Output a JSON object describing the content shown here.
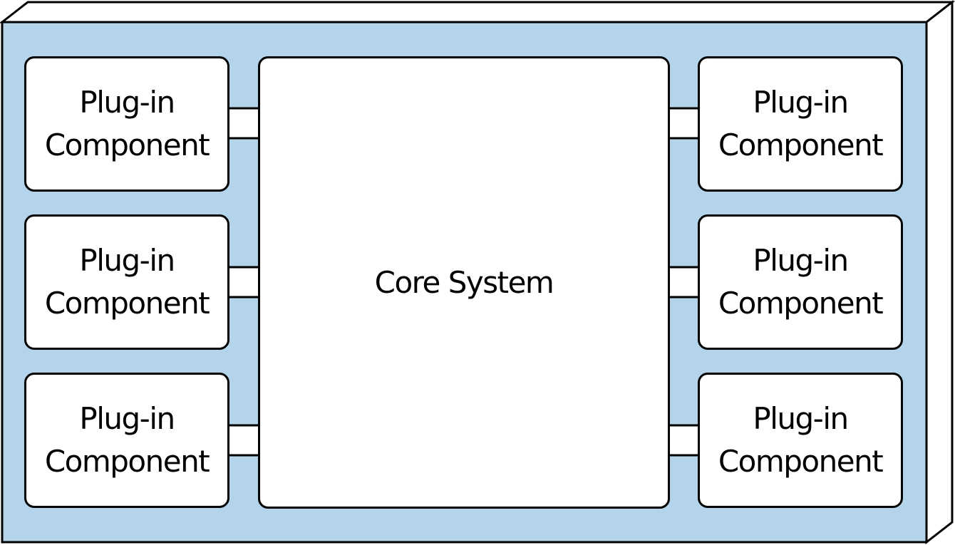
{
  "colors": {
    "container_fill": "#b3d4ea",
    "box_fill": "#ffffff",
    "stroke": "#000000"
  },
  "core": {
    "label": "Core System"
  },
  "plugins_left": [
    {
      "line1": "Plug-in",
      "line2": "Component"
    },
    {
      "line1": "Plug-in",
      "line2": "Component"
    },
    {
      "line1": "Plug-in",
      "line2": "Component"
    }
  ],
  "plugins_right": [
    {
      "line1": "Plug-in",
      "line2": "Component"
    },
    {
      "line1": "Plug-in",
      "line2": "Component"
    },
    {
      "line1": "Plug-in",
      "line2": "Component"
    }
  ]
}
